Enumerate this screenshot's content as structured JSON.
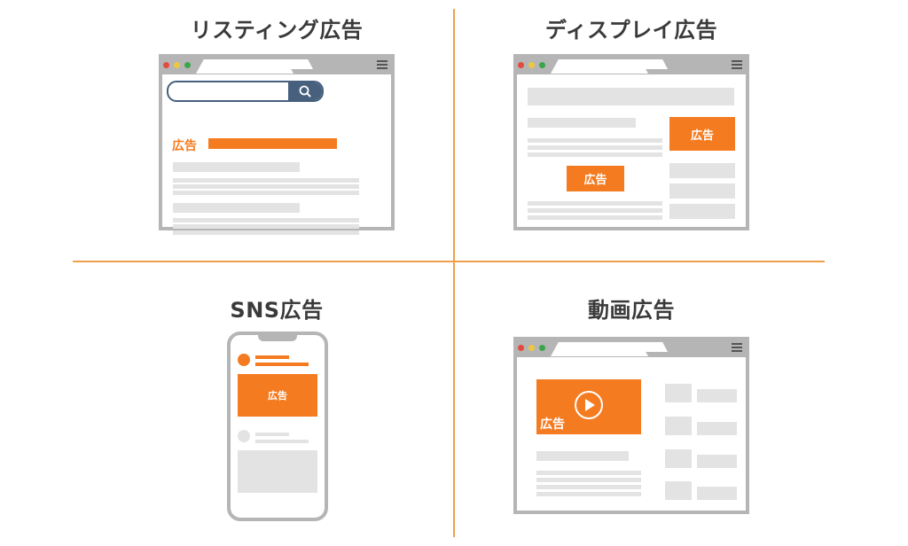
{
  "colors": {
    "accent": "#f47b20",
    "frame": "#b5b5b5",
    "placeholder": "#e3e3e3",
    "search_button": "#47607e",
    "divider": "#f0a04b",
    "title_text": "#3a3a3a"
  },
  "quadrants": {
    "listing": {
      "title": "リスティング広告",
      "ad_label": "広告"
    },
    "display": {
      "title": "ディスプレイ広告",
      "ad_label_1": "広告",
      "ad_label_2": "広告"
    },
    "sns": {
      "title": "SNS広告",
      "ad_label": "広告"
    },
    "video": {
      "title": "動画広告",
      "ad_label": "広告"
    }
  },
  "icons": [
    "search-icon",
    "menu-icon",
    "play-icon",
    "avatar-icon"
  ]
}
